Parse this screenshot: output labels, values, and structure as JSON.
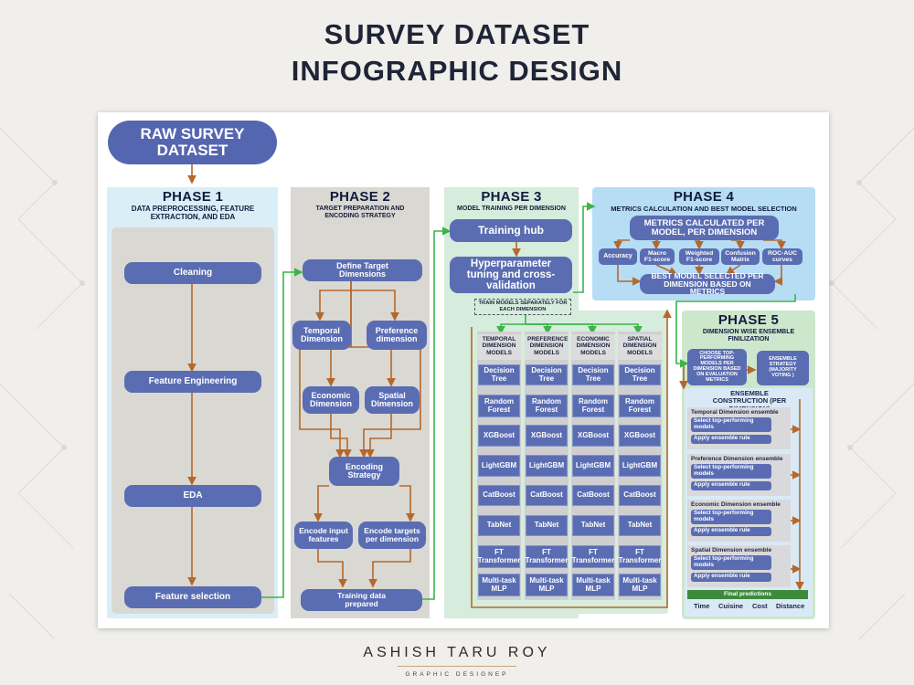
{
  "title": {
    "line1": "SURVEY DATASET",
    "line2": "INFOGRAPHIC DESIGN"
  },
  "raw": "RAW SURVEY DATASET",
  "phase1": {
    "name": "PHASE 1",
    "subtitle": "DATA PREPROCESSING, FEATURE EXTRACTION, AND EDA",
    "steps": [
      "Cleaning",
      "Feature Engineering",
      "EDA",
      "Feature selection"
    ]
  },
  "phase2": {
    "name": "PHASE 2",
    "subtitle": "TARGET PREPARATION AND ENCODING STRATEGY",
    "define": "Define Target Dimensions",
    "temporal": "Temporal Dimension",
    "preference": "Preference dimension",
    "economic": "Economic Dimension",
    "spatial": "Spatial Dimension",
    "encoding": "Encoding Strategy",
    "encode_input": "Encode input features",
    "encode_targets": "Encode targets per dimension",
    "prepared": "Training data prepared"
  },
  "phase3": {
    "name": "PHASE 3",
    "subtitle": "MODEL TRAINING PER DIMENSION",
    "hub": "Training hub",
    "tuning": "Hyperparameter tuning and cross-validation",
    "train_sep": "TRAIN MODELS SEPARATELY FOR EACH DIMENSION",
    "columns": [
      "TEMPORAL DIMENSION MODELS",
      "PREFERENCE DIMENSION MODELS",
      "ECONOMIC DIMENSION MODELS",
      "SPATIAL DIMENSION MODELS"
    ],
    "models": [
      "Decision Tree",
      "Random Forest",
      "XGBoost",
      "LightGBM",
      "CatBoost",
      "TabNet",
      "FT Transformer",
      "Multi-task MLP"
    ]
  },
  "phase4": {
    "name": "PHASE 4",
    "subtitle": "METRICS CALCULATION AND BEST MODEL SELECTION",
    "metrics": "METRICS CALCULATED PER MODEL, PER DIMENSION",
    "items": [
      "Accuracy",
      "Macro F1-score",
      "Weighted F1-score",
      "Confusion Matrix",
      "ROC-AUC curves"
    ],
    "best": "BEST MODEL SELECTED PER DIMENSION BASED ON METRICS"
  },
  "phase5": {
    "name": "PHASE 5",
    "subtitle": "DIMENSION WISE ENSEMBLE FINILIZATION",
    "choose": "CHOOSE TOP-PERFORMING MODELS PER DIMENSION BASED ON EVALUATION METRICS",
    "strategy": "ENSEMBLE STRATEGY (MAJORITY VOTING )",
    "construction": "ENSEMBLE CONSTRUCTION (PER DIMENSION)",
    "ensembles": [
      {
        "title": "Temporal Dimension ensemble",
        "select": "Select top-performing models",
        "apply": "Apply ensemble rule"
      },
      {
        "title": "Preference Dimension ensemble",
        "select": "Select top-performing models",
        "apply": "Apply ensemble rule"
      },
      {
        "title": "Economic Dimension ensemble",
        "select": "Select top-performing models",
        "apply": "Apply ensemble rule"
      },
      {
        "title": "Spatial Dimension ensemble",
        "select": "Select top-performing models",
        "apply": "Apply ensemble rule"
      }
    ],
    "final": "Final predictions",
    "outputs": [
      "Time",
      "Cuisine",
      "Cost",
      "Distance"
    ]
  },
  "author": {
    "name": "ASHISH TARU ROY",
    "role": "GRAPHIC DESIGNEP"
  },
  "colors": {
    "primary": "#5a6db3",
    "arrow_orange": "#b5682c",
    "arrow_green": "#3cb44a",
    "phase1_bg": "#daeef8",
    "phase2_bg": "#dad8d2",
    "phase3_bg": "#d6ecdc",
    "phase4_bg": "#b6ddf4",
    "phase5_bg": "#cde7cc"
  }
}
